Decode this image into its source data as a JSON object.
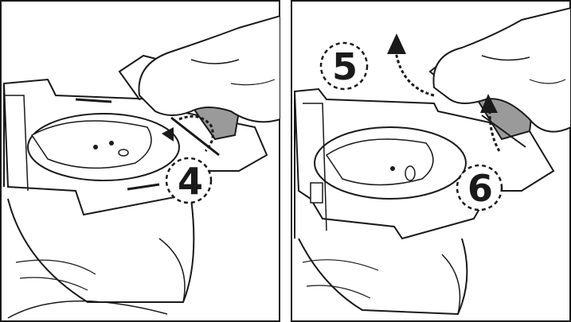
{
  "steps": {
    "left": {
      "label": "4"
    },
    "right_top": {
      "label": "5"
    },
    "right_bottom": {
      "label": "6"
    }
  },
  "colors": {
    "line": "#1a1a1a",
    "fill_gray": "#9a9a9a",
    "background": "#ffffff"
  }
}
